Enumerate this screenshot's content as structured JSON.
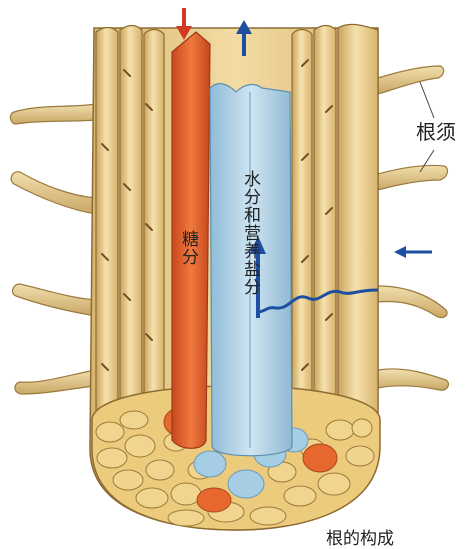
{
  "labels": {
    "root_hairs": "根须",
    "sugar": "糖分",
    "water_nutrients": "水分和营养盐分",
    "caption": "根的构成"
  },
  "colors": {
    "xylem_blue": "#a9cfe4",
    "phloem_red": "#e4682d",
    "cortex_yellow": "#efd38f",
    "arrow_blue": "#1d4fa0",
    "arrow_red": "#d23a24"
  },
  "icons": [
    "red-down-arrow",
    "blue-up-arrow",
    "root-hair-water-arrow"
  ]
}
